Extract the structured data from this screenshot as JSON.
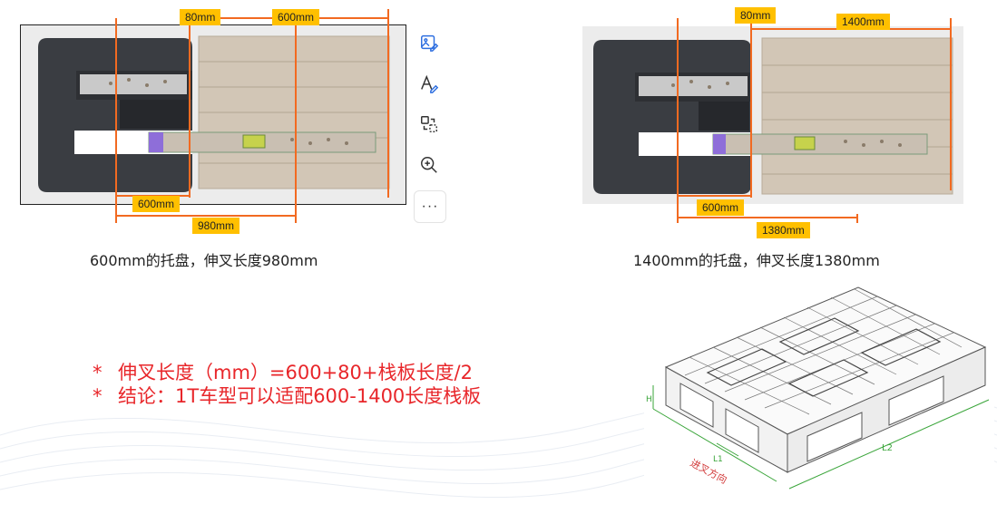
{
  "left_figure": {
    "dim_80": "80mm",
    "dim_600_top": "600mm",
    "dim_600_bottom": "600mm",
    "dim_980": "980mm",
    "caption": "600mm的托盘，伸叉长度980mm"
  },
  "right_figure": {
    "dim_80": "80mm",
    "dim_1400": "1400mm",
    "dim_600": "600mm",
    "dim_1380": "1380mm",
    "caption": "1400mm的托盘，伸叉长度1380mm"
  },
  "notes": {
    "bullet": "*",
    "line1": "伸叉长度（mm）=600+80+栈板长度/2",
    "line2": "结论：1T车型可以适配600-1400长度栈板"
  },
  "pallet_drawing": {
    "direction_label": "进叉方向",
    "l1": "L1",
    "l2": "L2",
    "h": "H"
  },
  "toolbar": {
    "icons": [
      "image-edit-icon",
      "text-edit-icon",
      "replace-icon",
      "zoom-in-icon",
      "more-icon"
    ],
    "more_label": "···"
  },
  "colors": {
    "accent_orange": "#f26a21",
    "tag_yellow": "#ffc000",
    "note_red": "#e8262a",
    "pallet_wood": "#d2c6b6",
    "robot_body": "#3a3d42"
  }
}
